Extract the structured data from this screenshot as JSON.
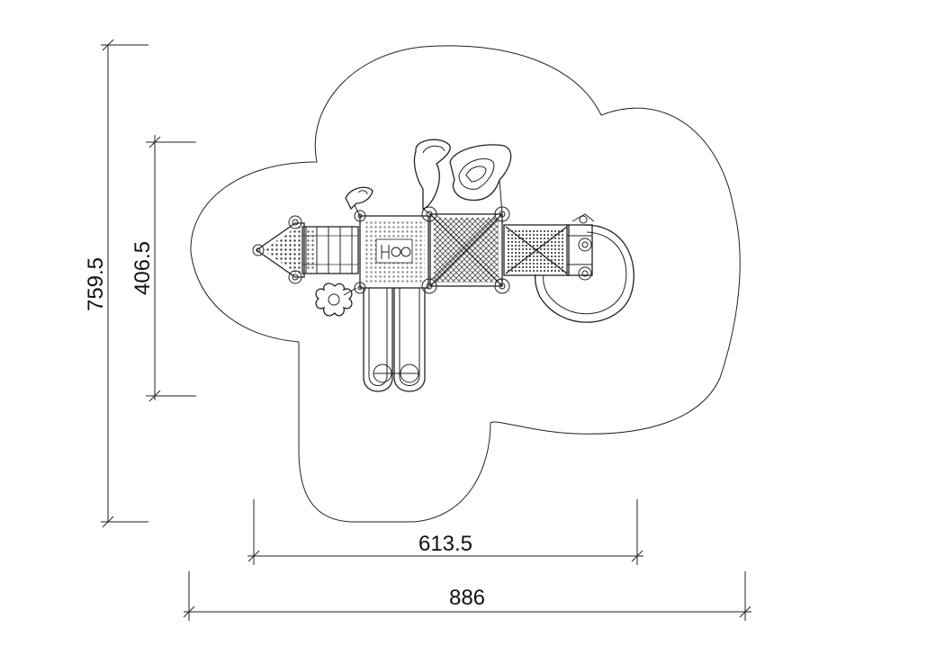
{
  "dimensions": {
    "total_height": "759.5",
    "inner_height": "406.5",
    "inner_width": "613.5",
    "total_width": "886"
  },
  "colors": {
    "line": "#222222",
    "background": "#ffffff",
    "hatch": "#333333"
  }
}
